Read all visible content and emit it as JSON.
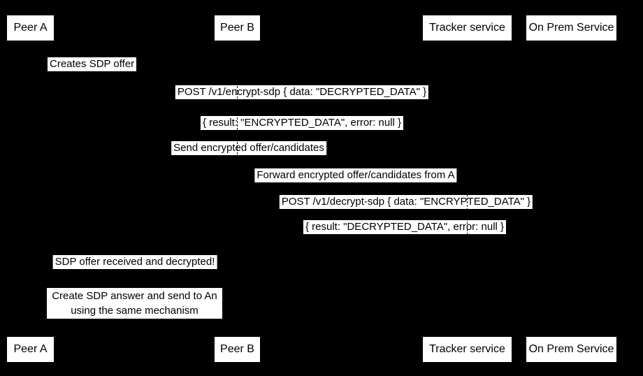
{
  "diagram": {
    "type": "sequence-diagram",
    "colors": {
      "background": "#000000",
      "box_fill": "#ffffff",
      "text": "#000000",
      "line": "#000000"
    },
    "actors": [
      {
        "id": "peer-a",
        "label": "Peer A"
      },
      {
        "id": "peer-b",
        "label": "Peer B"
      },
      {
        "id": "tracker",
        "label": "Tracker service"
      },
      {
        "id": "onprem",
        "label": "On Prem Service"
      }
    ],
    "messages": [
      {
        "from": "peer-a",
        "to": "peer-a",
        "kind": "self",
        "text": "Creates SDP offer"
      },
      {
        "from": "peer-a",
        "to": "onprem",
        "kind": "solid",
        "text": "POST /v1/encrypt-sdp { data: \"DECRYPTED_DATA\" }"
      },
      {
        "from": "onprem",
        "to": "peer-a",
        "kind": "dashed",
        "text": "{ result: \"ENCRYPTED_DATA\", error: null }"
      },
      {
        "from": "peer-a",
        "to": "tracker",
        "kind": "solid",
        "text": "Send encrypted offer/candidates"
      },
      {
        "from": "tracker",
        "to": "peer-b",
        "kind": "solid",
        "text": "Forward encrypted offer/candidates from A"
      },
      {
        "from": "peer-b",
        "to": "onprem",
        "kind": "solid",
        "text": "POST /v1/decrypt-sdp { data: \"ENCRYPTED_DATA\" }"
      },
      {
        "from": "onprem",
        "to": "peer-b",
        "kind": "dashed",
        "text": "{ result: \"DECRYPTED_DATA\", error: null }"
      },
      {
        "from": "peer-b",
        "to": "peer-a",
        "kind": "solid",
        "text": "SDP offer received and decrypted!"
      }
    ],
    "note": {
      "over": [
        "peer-a",
        "peer-b"
      ],
      "lines": [
        "Create SDP answer and send to An",
        "using the same mechanism"
      ]
    }
  }
}
